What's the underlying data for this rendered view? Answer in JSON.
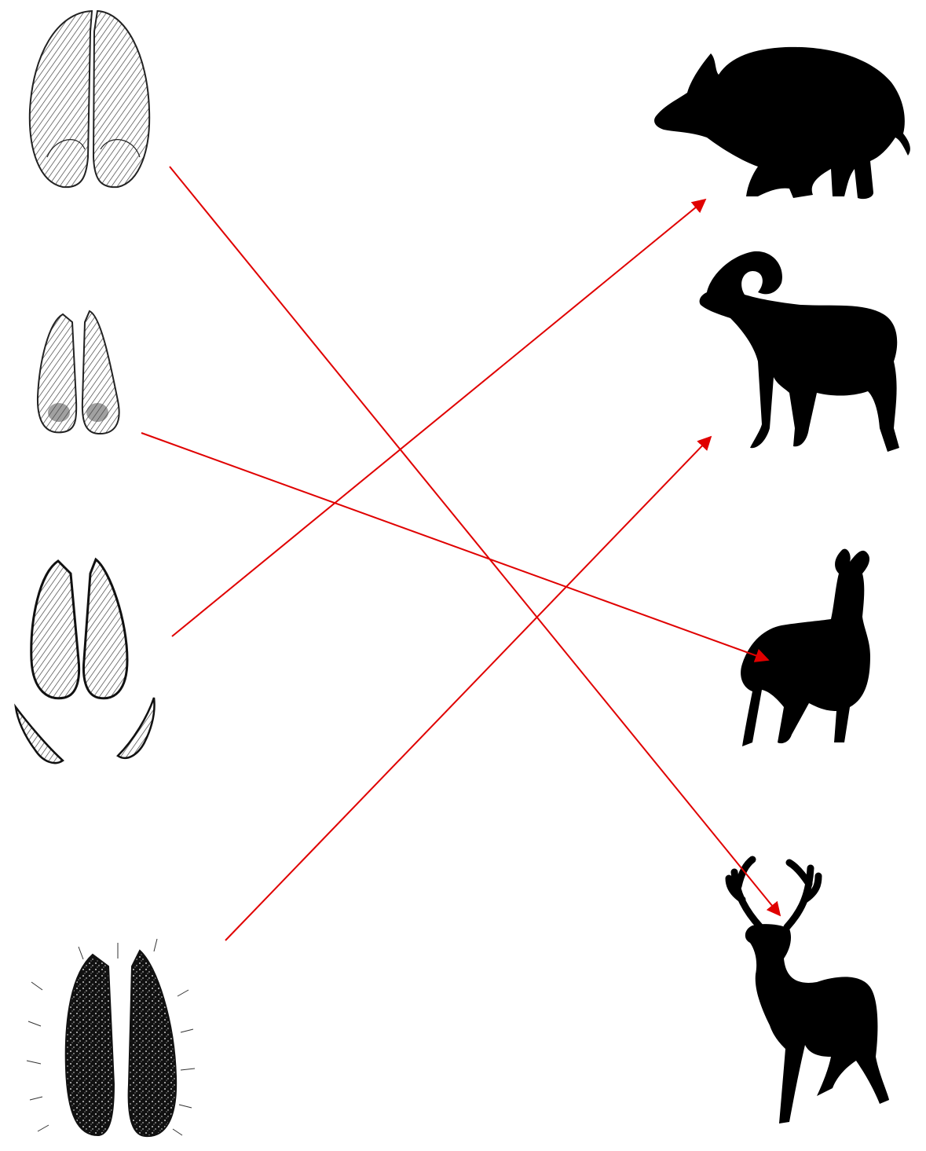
{
  "diagram": {
    "type": "matching-exercise",
    "tracks": [
      {
        "id": "track-1",
        "icon": "hoofprint-icon"
      },
      {
        "id": "track-2",
        "icon": "hoofprint-icon"
      },
      {
        "id": "track-3",
        "icon": "hoofprint-with-dewclaws-icon"
      },
      {
        "id": "track-4",
        "icon": "hoofprint-filled-icon"
      }
    ],
    "animals": [
      {
        "id": "animal-1",
        "icon": "wild-boar-icon"
      },
      {
        "id": "animal-2",
        "icon": "mouflon-ram-icon"
      },
      {
        "id": "animal-3",
        "icon": "roe-deer-icon"
      },
      {
        "id": "animal-4",
        "icon": "red-deer-stag-icon"
      }
    ],
    "matches": [
      {
        "from": "track-1",
        "to": "animal-4"
      },
      {
        "from": "track-2",
        "to": "animal-3"
      },
      {
        "from": "track-3",
        "to": "animal-1"
      },
      {
        "from": "track-4",
        "to": "animal-2"
      }
    ],
    "colors": {
      "arrow": "#e00000",
      "silhouette": "#000000",
      "sketch": "#222222",
      "background": "#ffffff"
    }
  }
}
